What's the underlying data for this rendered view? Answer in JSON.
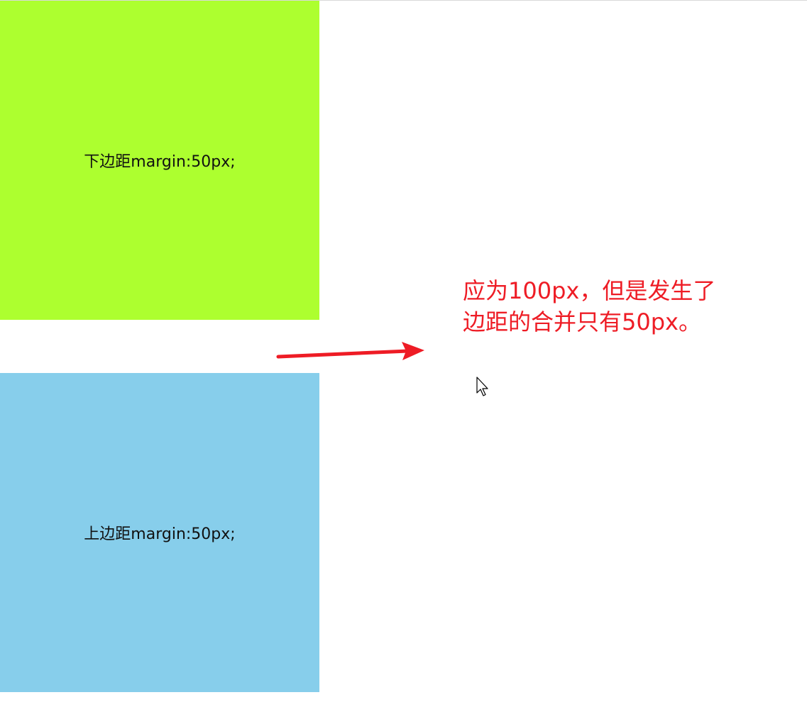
{
  "boxes": {
    "top": {
      "label": "下边距margin:50px;",
      "color": "#adff2f"
    },
    "bottom": {
      "label": "上边距margin:50px;",
      "color": "#87ceeb"
    }
  },
  "annotation": {
    "line1": "应为100px，但是发生了",
    "line2": "边距的合并只有50px。",
    "color": "#ee1c25",
    "arrow_icon": "arrow-right-icon"
  },
  "cursor_icon": "mouse-pointer-icon"
}
